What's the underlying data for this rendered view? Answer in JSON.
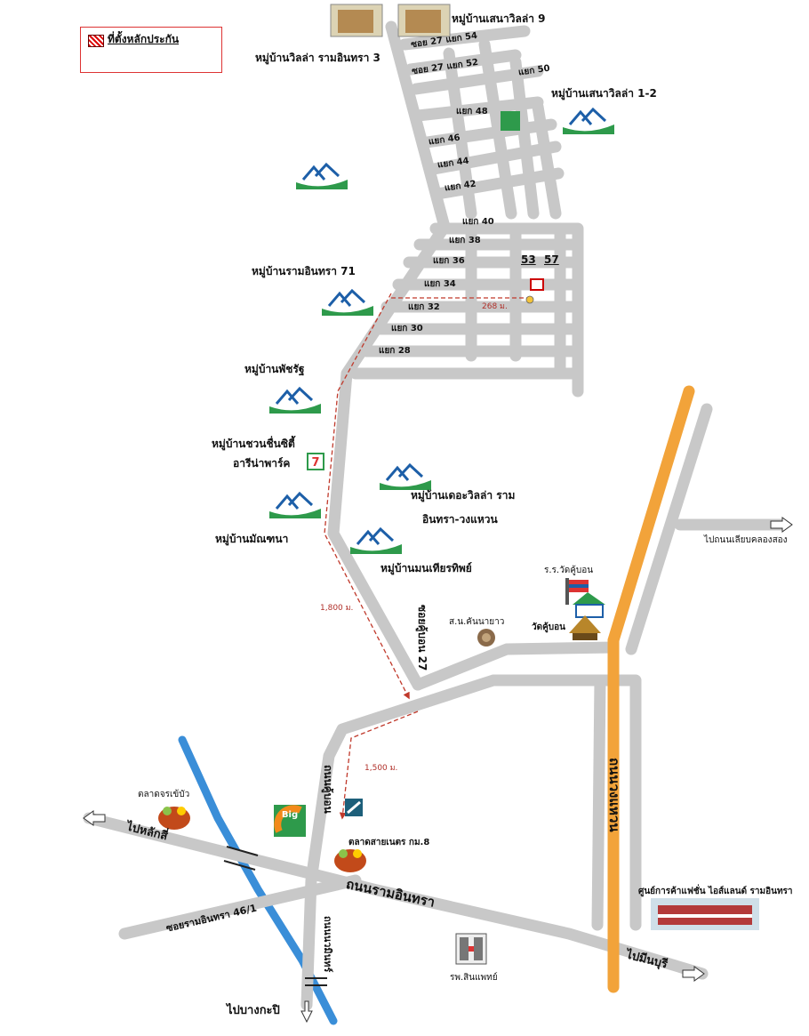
{
  "legend": {
    "label": "ที่ตั้งหลักประกัน",
    "swatch_color": "#d00000"
  },
  "colors": {
    "road": "#c8c8c8",
    "expressway": "#f2a33a",
    "canal": "#3a8ed8",
    "route": "#c0392b",
    "park": "#2e9a4b"
  },
  "villages": {
    "sena9": "หมู่บ้านเสนาวิลล่า 9",
    "villa3": "หมู่บ้านวิลล่า รามอินทรา 3",
    "sena12": "หมู่บ้านเสนาวิลล่า 1-2",
    "ram71": "หมู่บ้านรามอินทรา 71",
    "phatcharat": "หมู่บ้านพัชรัฐ",
    "chuan_line1": "หมู่บ้านชวนชื่นซิตี้",
    "chuan_line2": "อารีน่าพาร์ค",
    "the_villa_line1": "หมู่บ้านเดอะวิลล่า ราม",
    "the_villa_line2": "อินทรา-วงแหวน",
    "matchana": "หมู่บ้านมัณฑนา",
    "montien": "หมู่บ้านมนเทียรทิพย์"
  },
  "sois": {
    "s27_54": "ซอย 27 แยก 54",
    "s27_52": "ซอย 27 แยก 52",
    "y50": "แยก 50",
    "y48": "แยก 48",
    "y46": "แยก 46",
    "y44": "แยก 44",
    "y42": "แยก 42",
    "y40": "แยก 40",
    "y38": "แยก 38",
    "y36": "แยก 36",
    "y34": "แยก 34",
    "y32": "แยก 32",
    "y30": "แยก 30",
    "y28": "แยก 28"
  },
  "house_numbers": {
    "n53": "53",
    "n57": "57"
  },
  "distances": {
    "d268": "268 ม.",
    "d1800": "1,800 ม.",
    "d1500": "1,500 ม."
  },
  "roads": {
    "soi_khubon27": "ซอยคู้บอน 27",
    "khubon": "ถนนคู้บอน",
    "ramintra": "ถนนรามอินทรา",
    "wongwaen": "ถนนวงแหวน",
    "soi_ram46_1": "ซอยรามอินทรา 46/1",
    "nawamin": "ถนนนวมินทร์"
  },
  "directions": {
    "lak_si": "ไปหลักสี่",
    "min_buri": "ไปมีนบุรี",
    "bang_kapi": "ไปบางกะปิ",
    "khlong_song": "ไปถนนเลียบคลองสอง"
  },
  "places": {
    "school": "ร.ร.วัดคู้บอน",
    "temple": "วัดคู้บอน",
    "police": "ส.น.คันนายาว",
    "market_jorake": "ตลาดจรเข้บัว",
    "market_saineon": "ตลาดสายเนตร กม.8",
    "fashion_island": "ศูนย์การค้าแฟชั่น ไอส์แลนด์ รามอินทรา",
    "hospital": "รพ.สินแพทย์",
    "bigc": "Big",
    "seven": "7"
  }
}
